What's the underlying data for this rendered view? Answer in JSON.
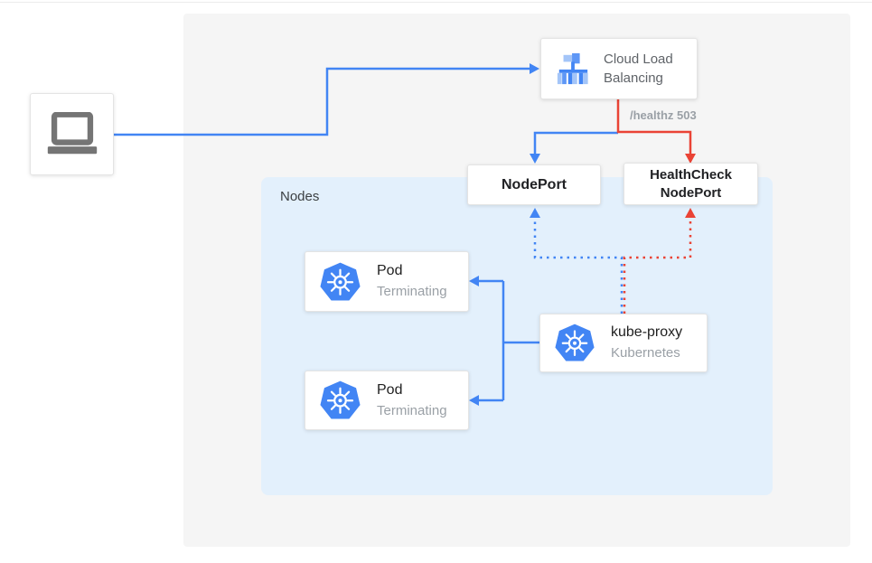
{
  "diagram": {
    "client": {
      "icon": "laptop"
    },
    "cloud_load_balancing": {
      "label": "Cloud Load Balancing"
    },
    "healthz_label": "/healthz 503",
    "nodeport": {
      "label": "NodePort"
    },
    "healthcheck_nodeport": {
      "label": "HealthCheck NodePort"
    },
    "nodes_panel": {
      "label": "Nodes"
    },
    "pods": [
      {
        "title": "Pod",
        "status": "Terminating"
      },
      {
        "title": "Pod",
        "status": "Terminating"
      }
    ],
    "kube_proxy": {
      "title": "kube-proxy",
      "subtitle": "Kubernetes"
    },
    "colors": {
      "blue": "#4285F4",
      "red": "#EA4335",
      "outer_panel": "#F5F5F5",
      "nodes_panel": "#E3F0FC",
      "icon_gray": "#757575",
      "muted_text": "#9AA0A6"
    }
  }
}
